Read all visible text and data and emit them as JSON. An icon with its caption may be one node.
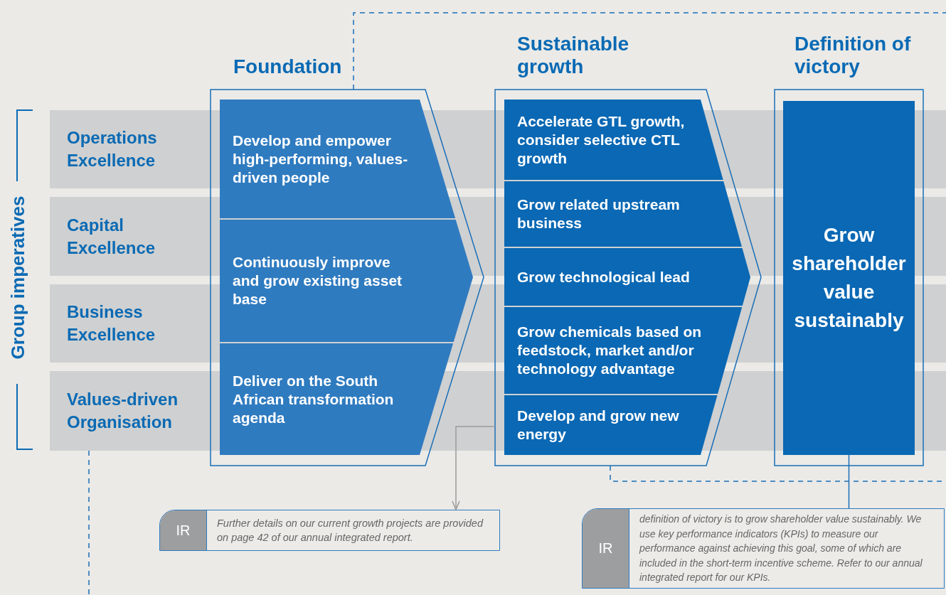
{
  "diagram": {
    "nodes": [
      {
        "text": [
          "Operations Excellence"
        ]
      },
      {
        "text": [
          "Capital Excellence"
        ]
      },
      {
        "text": [
          "Business Excellence"
        ]
      },
      {
        "text": [
          "Values-driven Organisation"
        ]
      },
      {
        "text": [
          "Foundation"
        ]
      },
      {
        "text": [
          "Develop and empower high-performing, values-driven people"
        ],
        "in": 4
      },
      {
        "text": [
          "Continuously improve and grow existing asset base"
        ],
        "in": 4
      },
      {
        "text": [
          "Deliver on the South African transformation agenda"
        ],
        "in": 4
      },
      {
        "text": [
          "Sustainable growth"
        ]
      },
      {
        "text": [
          "Accelerate GTL growth, consider selective CTL growth"
        ],
        "in": 8
      },
      {
        "text": [
          "Grow related upstream business"
        ],
        "in": 8
      },
      {
        "text": [
          "Grow technological lead"
        ],
        "in": 8
      },
      {
        "text": [
          "Grow chemicals based on feedstock, market and/or technology advantage"
        ],
        "in": 8
      },
      {
        "text": [
          "Develop and grow new energy"
        ],
        "in": 8
      },
      {
        "text": [
          "Definition of victory"
        ]
      },
      {
        "text": [
          "Grow shareholder value sustainably"
        ],
        "in": 14
      },
      {
        "text": [
          "IR",
          "Further details on our current growth projects are provided on page 42 of our annual integrated report."
        ]
      },
      {
        "text": [
          "IR",
          "definition of victory is to grow shareholder value sustainably. We use key performance indicators (KPIs) to measure our performance against achieving this goal, some of which are included in the short-term incentive scheme. Refer to our annual integrated report for our KPIs."
        ]
      }
    ],
    "edges": [
      {
        "from": 8,
        "to": 16,
        "arrow": "to",
        "color": "#9b9b9b"
      },
      {
        "from": 15,
        "to": 17,
        "arrow": "none"
      },
      {
        "from": 4,
        "to": null,
        "arrow": "none",
        "style": "dashed"
      },
      {
        "from": 8,
        "to": null,
        "arrow": "none",
        "style": "dashed"
      },
      {
        "from": 3,
        "to": null,
        "arrow": "none",
        "style": "dashed"
      }
    ],
    "labels": [
      "Group imperatives"
    ]
  }
}
